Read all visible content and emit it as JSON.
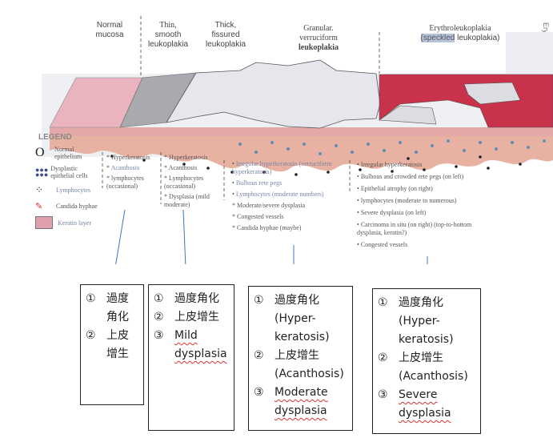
{
  "headers": {
    "normal": [
      "Normal",
      "mucosa"
    ],
    "thin": [
      "Thin,",
      "smooth",
      "leukoplakia"
    ],
    "thick": [
      "Thick,",
      "fissured",
      "leukoplakia"
    ],
    "granular": [
      "Granular.",
      "verruciform",
      "leukoplakia"
    ],
    "erythro": [
      "Erythroleukoplakia",
      "(speckled",
      "leukoplakia)"
    ],
    "erythroplakia": "Erythroplakia"
  },
  "legend": {
    "title": "LEGEND",
    "items": [
      {
        "icon": "circle-icon",
        "label": "Normal epithelium"
      },
      {
        "icon": "dots-icon",
        "label": "Dysplastic epithelial cells"
      },
      {
        "icon": "lymphocyte-icon",
        "label": "Lymphocytes"
      },
      {
        "icon": "hyphae-icon",
        "label": "Candida hyphae"
      },
      {
        "icon": "keratin-swatch-icon",
        "label": "Keratin layer"
      }
    ]
  },
  "columns": [
    {
      "bullets": [
        "Hyperkeratosis",
        "Acanthosis",
        "lymphocytes (occasional)"
      ]
    },
    {
      "bullets": [
        "Hyperkeratosis",
        "Acanthosis",
        "Lymphocytes (occasional)",
        "Dysplasia (mild moderate)"
      ]
    },
    {
      "bullets": [
        "Irregular hyperkeratosis (verruciform hyperkeratosis)",
        "Bulbous rete pegs",
        "Lymphocytes (moderate numbers)",
        "Moderate/severe dysplasia",
        "Congested vessels",
        "Candida hyphae (maybe)"
      ]
    },
    {
      "bullets": [
        "Irregular hyperkeratosis",
        "Bulbous and crowded rete pegs (on left)",
        "Epithelial atrophy (on right)",
        "lymphocytes (moderate to numerous)",
        "Severe dysplasia (on left)",
        "Carcinoma in situ (on right) (top-to-bottom dysplasia, keratin?)",
        "Congested vessels"
      ]
    }
  ],
  "notes": [
    {
      "lines": [
        [
          "①",
          "過度角化"
        ],
        [
          "②",
          "上皮增生"
        ]
      ]
    },
    {
      "lines": [
        [
          "①",
          "過度角化"
        ],
        [
          "②",
          "上皮增生"
        ],
        [
          "③",
          "Mild dysplasia"
        ]
      ]
    },
    {
      "lines": [
        [
          "①",
          "過度角化 (Hyper-keratosis)"
        ],
        [
          "②",
          "上皮增生 (Acanthosis)"
        ],
        [
          "③",
          "Moderate dysplasia"
        ]
      ]
    },
    {
      "lines": [
        [
          "①",
          "過度角化 (Hyper-keratosis)"
        ],
        [
          "②",
          "上皮增生 (Acanthosis)"
        ],
        [
          "③",
          "Severe dysplasia"
        ]
      ]
    }
  ],
  "colors": {
    "pink": "#e9b4bd",
    "gray": "#a9a9b0",
    "red": "#c8324a",
    "tissue": "#e8b2a2",
    "arrow": "#3b78c2"
  }
}
